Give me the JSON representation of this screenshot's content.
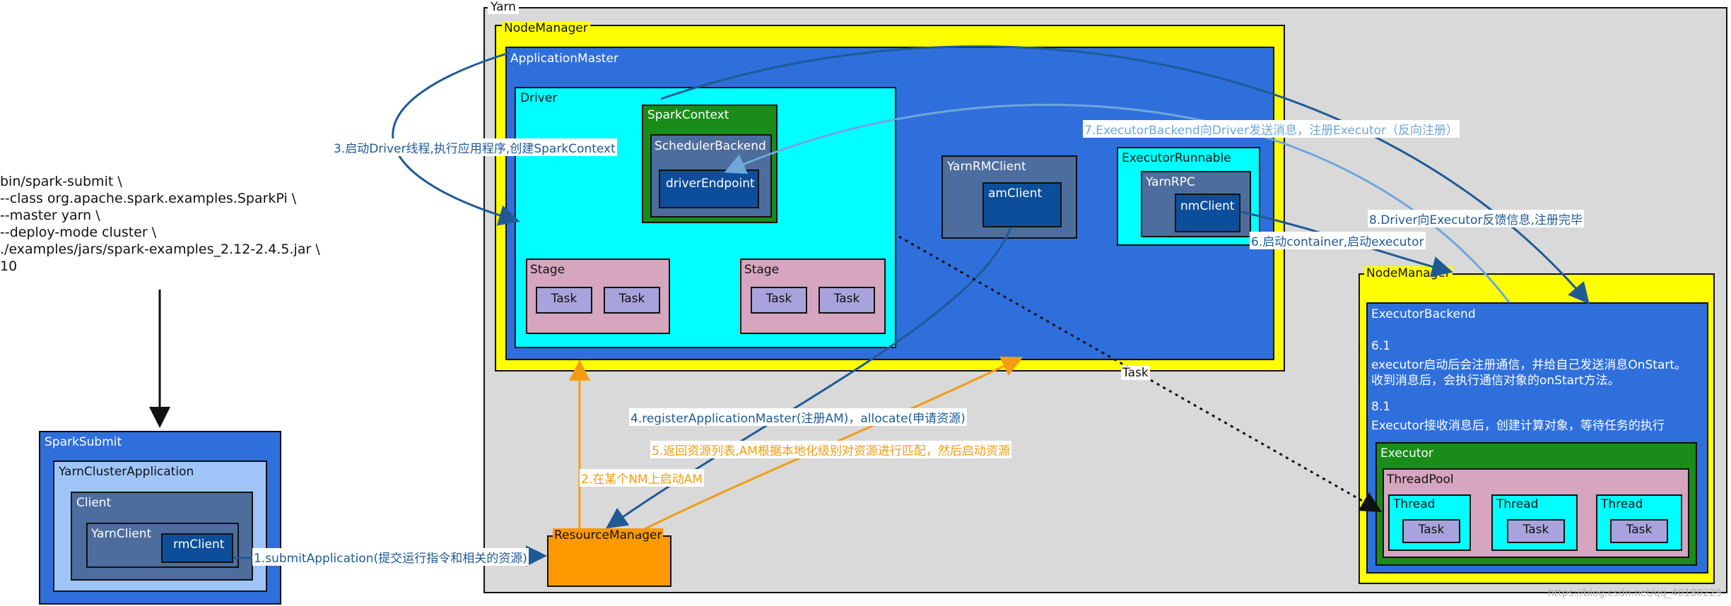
{
  "command": {
    "lines": [
      "bin/spark-submit \\",
      "--class org.apache.spark.examples.SparkPi \\",
      "--master yarn \\",
      "--deploy-mode cluster \\",
      "./examples/jars/spark-examples_2.12-2.4.5.jar \\",
      "10"
    ]
  },
  "spark_submit": {
    "title": "SparkSubmit",
    "yarn_cluster_app": "YarnClusterApplication",
    "client": "Client",
    "yarn_client": "YarnClient",
    "rm_client": "rmClient"
  },
  "yarn": {
    "title": "Yarn",
    "node_manager_1": "NodeManager",
    "application_master": "ApplicationMaster",
    "driver": "Driver",
    "spark_context": "SparkContext",
    "scheduler_backend": "SchedulerBackend",
    "driver_endpoint": "driverEndpoint",
    "stages": [
      {
        "label": "Stage",
        "tasks": [
          "Task",
          "Task"
        ]
      },
      {
        "label": "Stage",
        "tasks": [
          "Task",
          "Task"
        ]
      }
    ],
    "yarn_rm_client": "YarnRMClient",
    "am_client": "amClient",
    "executor_runnable": "ExecutorRunnable",
    "yarn_rpc": "YarnRPC",
    "nm_client": "nmClient",
    "resource_manager": "ResourceManager",
    "node_manager_2": "NodeManager",
    "executor_backend": "ExecutorBackend",
    "note_6_1_num": "6.1",
    "note_6_1_line1": "executor启动后会注册通信，并给自己发送消息OnStart。",
    "note_6_1_line2": "收到消息后，会执行通信对象的onStart方法。",
    "note_8_1_num": "8.1",
    "note_8_1_line1": "Executor接收消息后，创建计算对象，等待任务的执行",
    "executor": "Executor",
    "thread_pool": "ThreadPool",
    "threads": [
      {
        "label": "Thread",
        "task": "Task"
      },
      {
        "label": "Thread",
        "task": "Task"
      },
      {
        "label": "Thread",
        "task": "Task"
      }
    ]
  },
  "annotations": {
    "a1": "1.submitApplication(提交运行指令和相关的资源)",
    "a2": "2.在某个NM上启动AM",
    "a3": "3.启动Driver线程,执行应用程序,创建SparkContext",
    "a4": "4.registerApplicationMaster(注册AM)，allocate(申请资源)",
    "a5": "5.返回资源列表,AM根据本地化级别对资源进行匹配，然后启动资源",
    "a6": "6.启动container,启动executor",
    "a7": "7.ExecutorBackend向Driver发送消息，注册Executor（反向注册）",
    "a8": "8.Driver向Executor反馈信息,注册完毕",
    "task": "Task"
  },
  "watermark": "https://blog.csdn.net/qq_40180229",
  "colors": {
    "blue": "#2e6fdc",
    "light_blue": "#9fc5f8",
    "cyan": "#00ffff",
    "yellow": "#ffff00",
    "green": "#1a8c1a",
    "slate": "#4c6d9e",
    "navy": "#0d4e9a",
    "pink": "#d6a5bf",
    "lavender": "#a9a3dd",
    "orange": "#ff9900",
    "gray": "#d9d9d9"
  }
}
